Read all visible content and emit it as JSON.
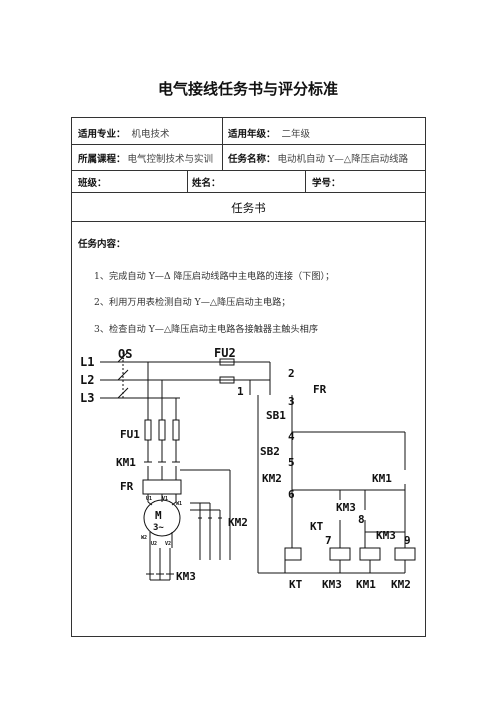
{
  "title": "电气接线任务书与评分标准",
  "info": {
    "major_label": "适用专业：",
    "major_value": "机电技术",
    "grade_label": "适用年级：",
    "grade_value": "二年级",
    "course_label": "所属课程：",
    "course_value": "电气控制技术与实训",
    "task_name_label": "任务名称：",
    "task_name_value": "电动机自动 Y—△降压启动线路",
    "class_label": "班级：",
    "name_label": "姓名：",
    "student_no_label": "学号："
  },
  "section_title": "任务书",
  "task": {
    "heading": "任务内容：",
    "items": [
      "1、完成自动 Y—Δ 降压启动线路中主电路的连接（下图）；",
      "2、利用万用表检测自动 Y—△降压启动主电路；",
      "3、检查自动 Y—△降压启动主电路各接触器主触头相序"
    ]
  },
  "diagram": {
    "labels": {
      "l1": "L1",
      "l2": "L2",
      "l3": "L3",
      "qs": "QS",
      "fu1": "FU1",
      "fu2": "FU2",
      "km1": "KM1",
      "fr": "FR",
      "motor": "M",
      "motor_tilde": "3~",
      "km2": "KM2",
      "km3": "KM3",
      "u1": "U1",
      "v1": "V1",
      "w1": "W1",
      "u2": "U2",
      "v2": "V2",
      "w2": "W2",
      "n1": "1",
      "n2": "2",
      "n3": "3",
      "n4": "4",
      "n5": "5",
      "n6": "6",
      "n7": "7",
      "n8": "8",
      "n9": "9",
      "fr_ctrl": "FR",
      "sb1": "SB1",
      "sb2": "SB2",
      "km2_ctrl": "KM2",
      "km3_ctrl": "KM3",
      "kt_ctrl": "KT",
      "km1_ctrl": "KM1",
      "km3_ctrl2": "KM3",
      "coil_kt": "KT",
      "coil_km3": "KM3",
      "coil_km1": "KM1",
      "coil_km2": "KM2"
    }
  }
}
